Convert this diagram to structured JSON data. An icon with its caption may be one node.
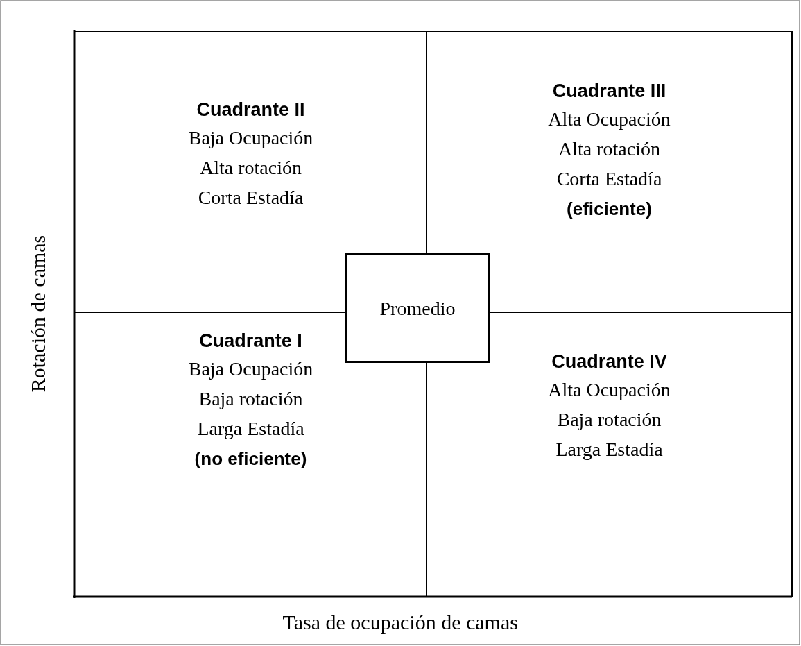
{
  "diagram": {
    "nodes": [
      {
        "text": [
          "Cuadrante II",
          "Baja Ocupación",
          "Alta rotación",
          "Corta Estadía"
        ]
      },
      {
        "text": [
          "Cuadrante III",
          "Alta Ocupación",
          "Alta rotación",
          "Corta Estadía",
          "**(eficiente)**"
        ]
      },
      {
        "text": [
          "Promedio"
        ]
      },
      {
        "text": [
          "Cuadrante I",
          "Baja Ocupación",
          "Baja rotación",
          "Larga Estadía",
          "**(no eficiente)**"
        ]
      },
      {
        "text": [
          "Cuadrante IV",
          "Alta Ocupación",
          "Baja rotación",
          "Larga Estadía"
        ]
      }
    ],
    "labels": [
      "Rotación de camas",
      "Tasa de ocupación de camas"
    ]
  }
}
